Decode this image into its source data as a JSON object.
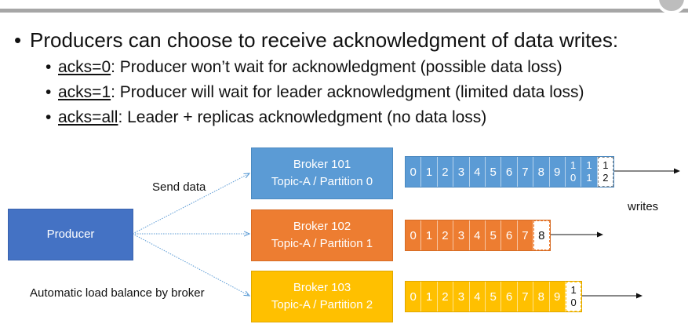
{
  "slide": {
    "bullets": {
      "main": "Producers can choose to receive acknowledgment of data writes:",
      "items": [
        {
          "key": "acks=0",
          "text": ": Producer won’t wait for acknowledgment (possible data loss)"
        },
        {
          "key": "acks=1",
          "text": ": Producer will wait for leader acknowledgment (limited data loss)"
        },
        {
          "key": "acks=all",
          "text": ": Leader + replicas acknowledgment (no data loss)"
        }
      ]
    }
  },
  "diagram": {
    "producer": "Producer",
    "brokers": [
      {
        "name": "Broker 101",
        "partition": "Topic-A / Partition 0"
      },
      {
        "name": "Broker 102",
        "partition": "Topic-A / Partition 1"
      },
      {
        "name": "Broker 103",
        "partition": "Topic-A / Partition 2"
      }
    ],
    "labels": {
      "send": "Send data",
      "balance": "Automatic load balance by broker",
      "writes": "writes"
    },
    "logs": [
      {
        "cells": [
          "0",
          "1",
          "2",
          "3",
          "4",
          "5",
          "6",
          "7",
          "8",
          "9",
          "1|0",
          "1|1"
        ],
        "pending": "1|2"
      },
      {
        "cells": [
          "0",
          "1",
          "2",
          "3",
          "4",
          "5",
          "6",
          "7"
        ],
        "pending": "8"
      },
      {
        "cells": [
          "0",
          "1",
          "2",
          "3",
          "4",
          "5",
          "6",
          "7",
          "8",
          "9"
        ],
        "pending": "1|0"
      }
    ],
    "colors": {
      "producer": "#4472c4",
      "partition0": "#5b9bd5",
      "partition1": "#ed7d31",
      "partition2": "#ffc000"
    }
  }
}
